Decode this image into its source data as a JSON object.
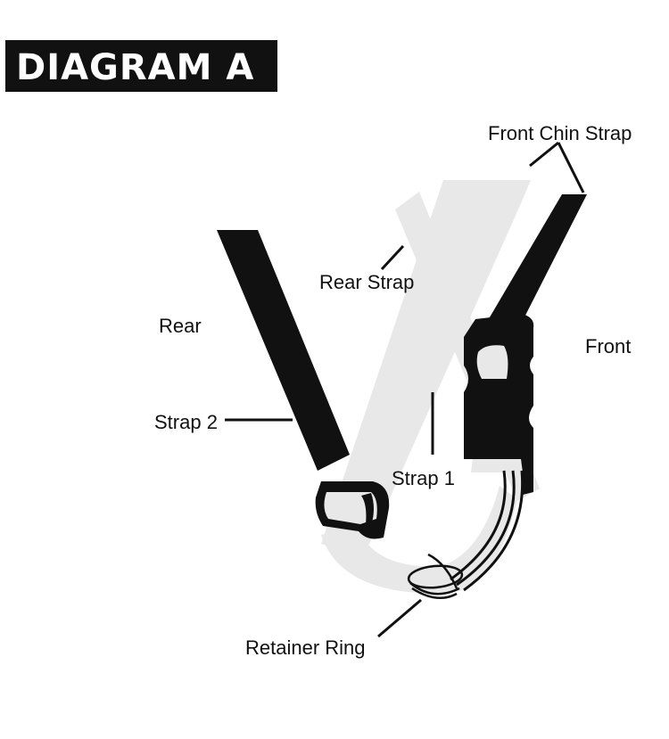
{
  "title": "DIAGRAM A",
  "labels": {
    "front_chin_strap": "Front Chin Strap",
    "rear_strap": "Rear Strap",
    "rear": "Rear",
    "front": "Front",
    "strap2": "Strap 2",
    "strap1": "Strap 1",
    "retainer_ring": "Retainer Ring"
  },
  "colors": {
    "strap_dark": "#111111",
    "strap_light": "#e8e8e8",
    "background": "#ffffff"
  }
}
